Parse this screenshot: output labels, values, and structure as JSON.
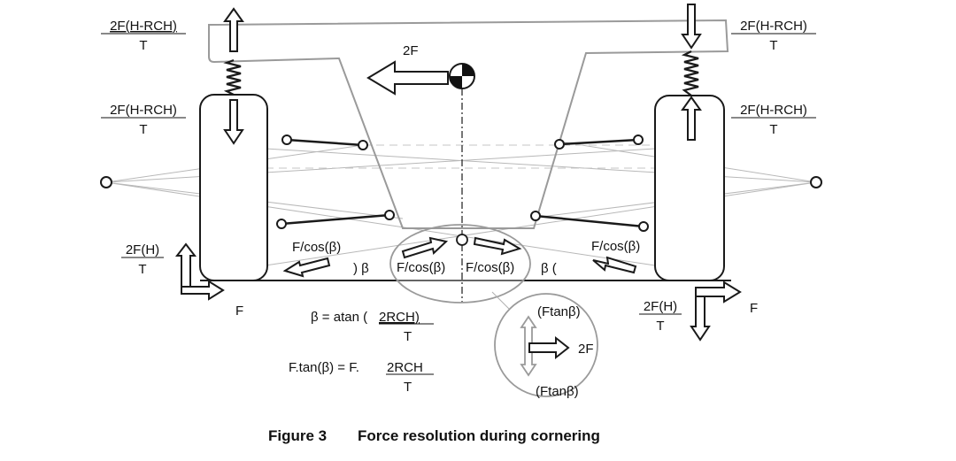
{
  "labels": {
    "top_left_num": "2F(H-RCH)",
    "top_left_den": "T",
    "top_right_num": "2F(H-RCH)",
    "top_right_den": "T",
    "mid_left_num": "2F(H-RCH)",
    "mid_left_den": "T",
    "mid_right_num": "2F(H-RCH)",
    "mid_right_den": "T",
    "cg_force": "2F",
    "left_h_num": "2F(H)",
    "left_h_den": "T",
    "left_f": "F",
    "right_h_num": "2F(H)",
    "right_h_den": "T",
    "right_f": "F",
    "left_link_force": "F/cos(β)",
    "right_link_force": "F/cos(β)",
    "center_left_force": "F/cos(β)",
    "center_right_force": "F/cos(β)",
    "beta_left": ") β",
    "beta_right": "β (",
    "eq1_prefix": "β = atan (",
    "eq1_num": "2RCH)",
    "eq1_den": "T",
    "eq2_prefix": "F.tan(β) = F.",
    "eq2_num": "2RCH",
    "eq2_den": "T",
    "inset_top": "(Ftanβ)",
    "inset_mid": "2F",
    "inset_bottom": "(Ftanβ)"
  },
  "caption": {
    "number": "Figure 3",
    "title": "Force resolution during cornering"
  },
  "colors": {
    "line": "#1a1a1a",
    "body": "#9a9a9a",
    "light": "#c8c8c8"
  }
}
